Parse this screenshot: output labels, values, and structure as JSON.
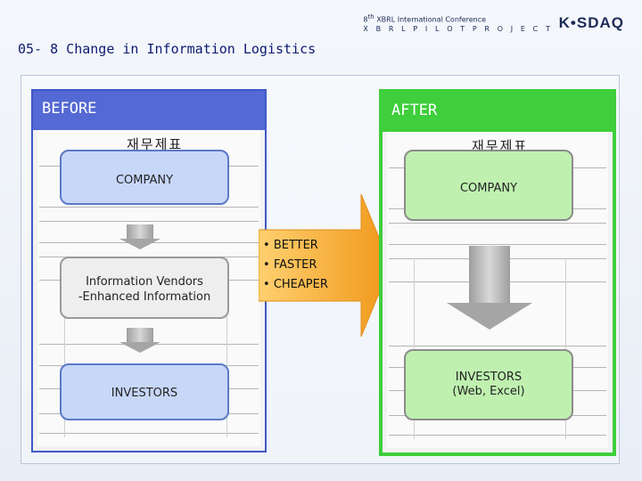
{
  "header": {
    "conference_prefix": "8",
    "conference_sup": "th",
    "conference_name": "XBRL International Conference",
    "project": "X B R L P I L O T P R O J E C T",
    "logo": "K•SDAQ"
  },
  "slide": {
    "title": "05- 8 Change in Information Logistics"
  },
  "before": {
    "title": "BEFORE",
    "doc_title": "재무제표",
    "company": "COMPANY",
    "vendors_line1": "Information Vendors",
    "vendors_line2": "-Enhanced Information",
    "investors": "INVESTORS"
  },
  "after": {
    "title": "AFTER",
    "doc_title": "재무제표",
    "company": "COMPANY",
    "investors_line1": "INVESTORS",
    "investors_line2": "(Web, Excel)"
  },
  "benefits": [
    "BETTER",
    "FASTER",
    "CHEAPER"
  ],
  "colors": {
    "before_accent": "#5469d4",
    "after_accent": "#3fce3c",
    "arrow": "#f5a623",
    "heading": "#0c1a70"
  }
}
